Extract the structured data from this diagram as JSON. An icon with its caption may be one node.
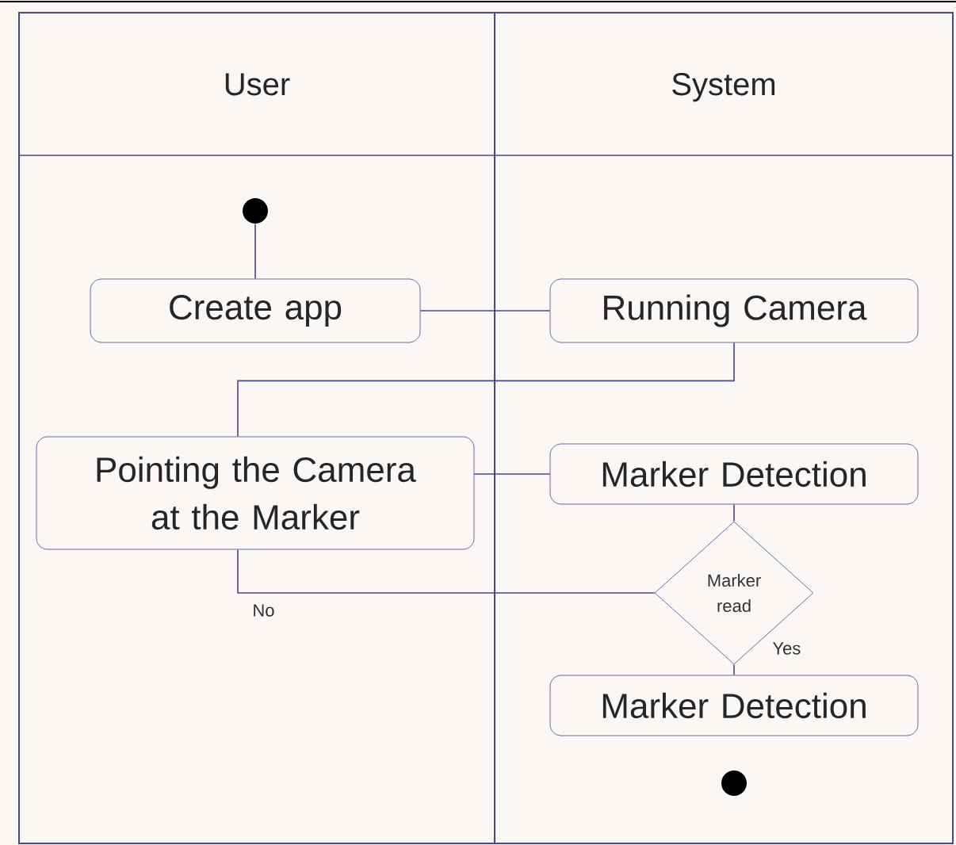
{
  "diagram": {
    "nodes": [
      {
        "text": [
          "User"
        ]
      },
      {
        "text": [
          "System"
        ]
      },
      {
        "text": [],
        "shape": "circle",
        "in": 0
      },
      {
        "text": [
          "Create app"
        ],
        "in": 0
      },
      {
        "text": [
          "Running Camera"
        ],
        "in": 1
      },
      {
        "text": [
          "Pointing the Camera at the Marker"
        ],
        "in": 0
      },
      {
        "text": [
          "Marker Detection"
        ],
        "in": 1
      },
      {
        "text": [
          "Marker read"
        ],
        "in": 1
      },
      {
        "text": [
          "Marker Detection"
        ],
        "in": 1
      },
      {
        "text": [],
        "shape": "circle",
        "in": 1
      }
    ],
    "edges": [
      {
        "from": 2,
        "to": 3,
        "arrow": "none"
      },
      {
        "from": 3,
        "to": 4,
        "arrow": "none"
      },
      {
        "from": 4,
        "to": 5,
        "arrow": "none"
      },
      {
        "from": 5,
        "to": 6,
        "arrow": "none"
      },
      {
        "from": 6,
        "to": 7,
        "arrow": "none"
      },
      {
        "from": 7,
        "to": 5,
        "arrow": "none",
        "label": "No"
      },
      {
        "from": 7,
        "to": 8,
        "arrow": "none",
        "label": "Yes"
      }
    ]
  }
}
